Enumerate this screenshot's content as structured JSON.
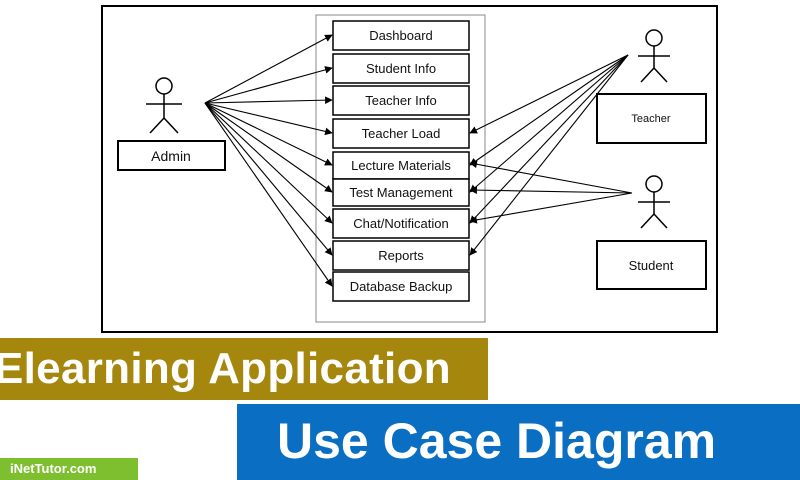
{
  "diagram": {
    "use_cases": [
      "Dashboard",
      "Student Info",
      "Teacher Info",
      "Teacher Load",
      "Lecture Materials",
      "Test Management",
      "Chat/Notification",
      "Reports",
      "Database Backup"
    ],
    "actors": {
      "admin": "Admin",
      "teacher": "Teacher",
      "student": "Student"
    }
  },
  "banner": {
    "title": "Elearning Application",
    "subtitle": "Use Case Diagram"
  },
  "watermark": "iNetTutor.com"
}
